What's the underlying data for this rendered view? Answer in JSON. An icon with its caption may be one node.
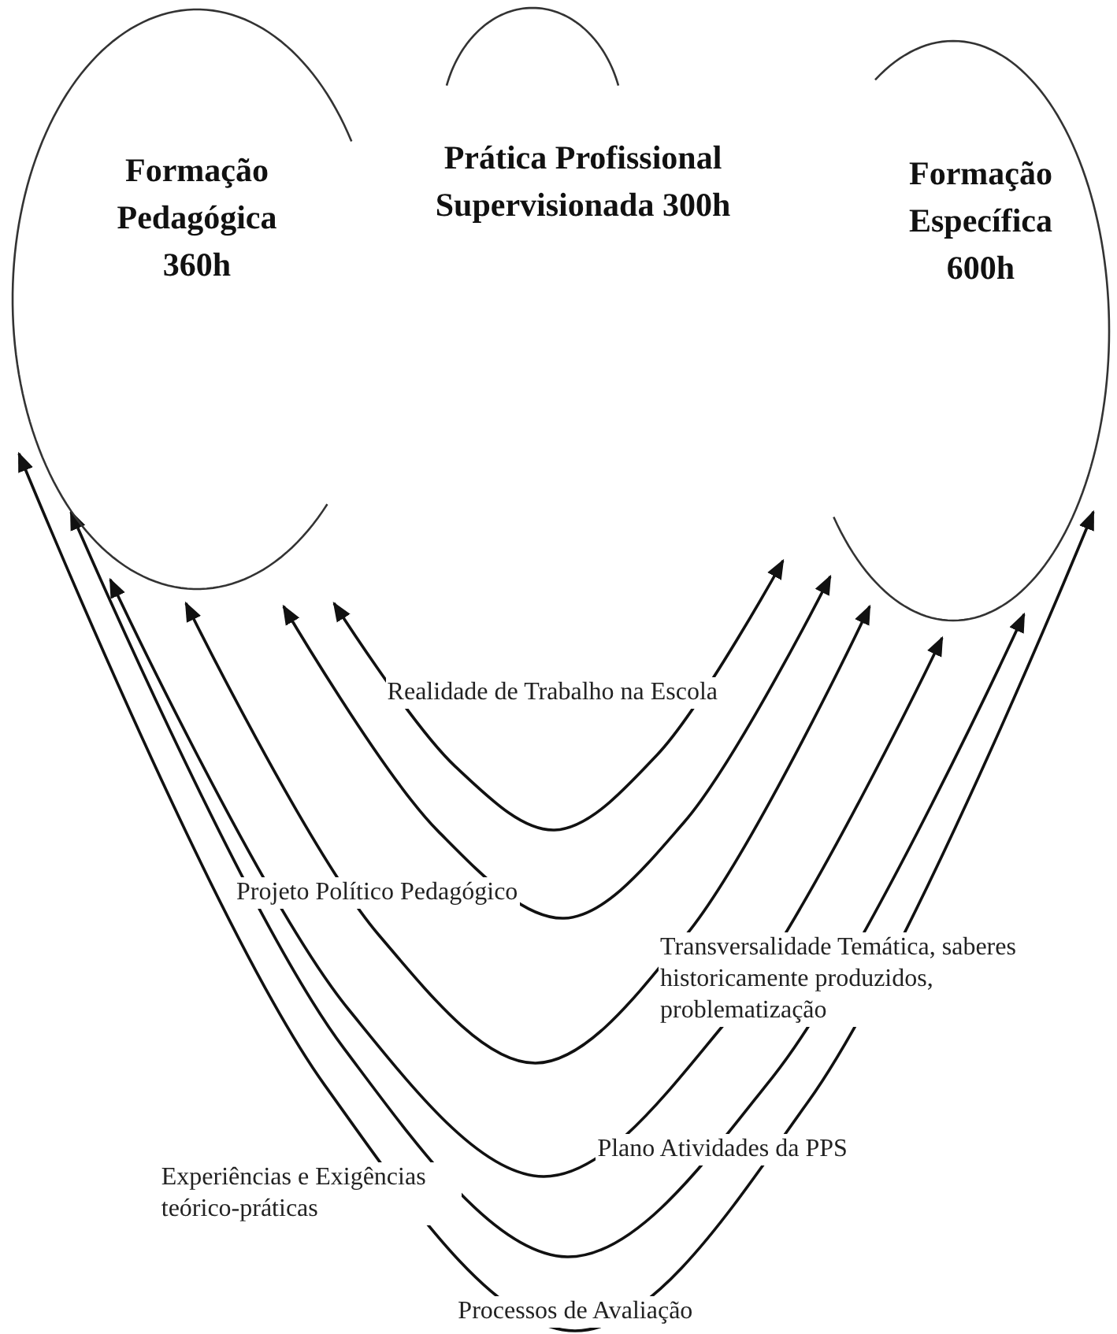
{
  "diagram": {
    "nodes": [
      {
        "text": [
          "Formação Pedagógica 360h"
        ]
      },
      {
        "text": [
          "Prática Profissional Supervisionada 300h"
        ]
      },
      {
        "text": [
          "Formação Específica 600h"
        ]
      }
    ],
    "edges": [
      {
        "from": 0,
        "to": 2,
        "arrow": "both",
        "label": "Realidade de Trabalho na Escola"
      },
      {
        "from": 0,
        "to": 2,
        "arrow": "both",
        "label": "Projeto Político Pedagógico"
      },
      {
        "from": 0,
        "to": 2,
        "arrow": "both",
        "label": "Transversalidade Temática, saberes historicamente produzidos, problematização"
      },
      {
        "from": 0,
        "to": 2,
        "arrow": "both",
        "label": "Plano Atividades da PPS"
      },
      {
        "from": 0,
        "to": 2,
        "arrow": "both",
        "label": "Experiências e Exigências teórico-práticas"
      },
      {
        "from": 0,
        "to": 2,
        "arrow": "both",
        "label": "Processos de Avaliação"
      }
    ]
  }
}
